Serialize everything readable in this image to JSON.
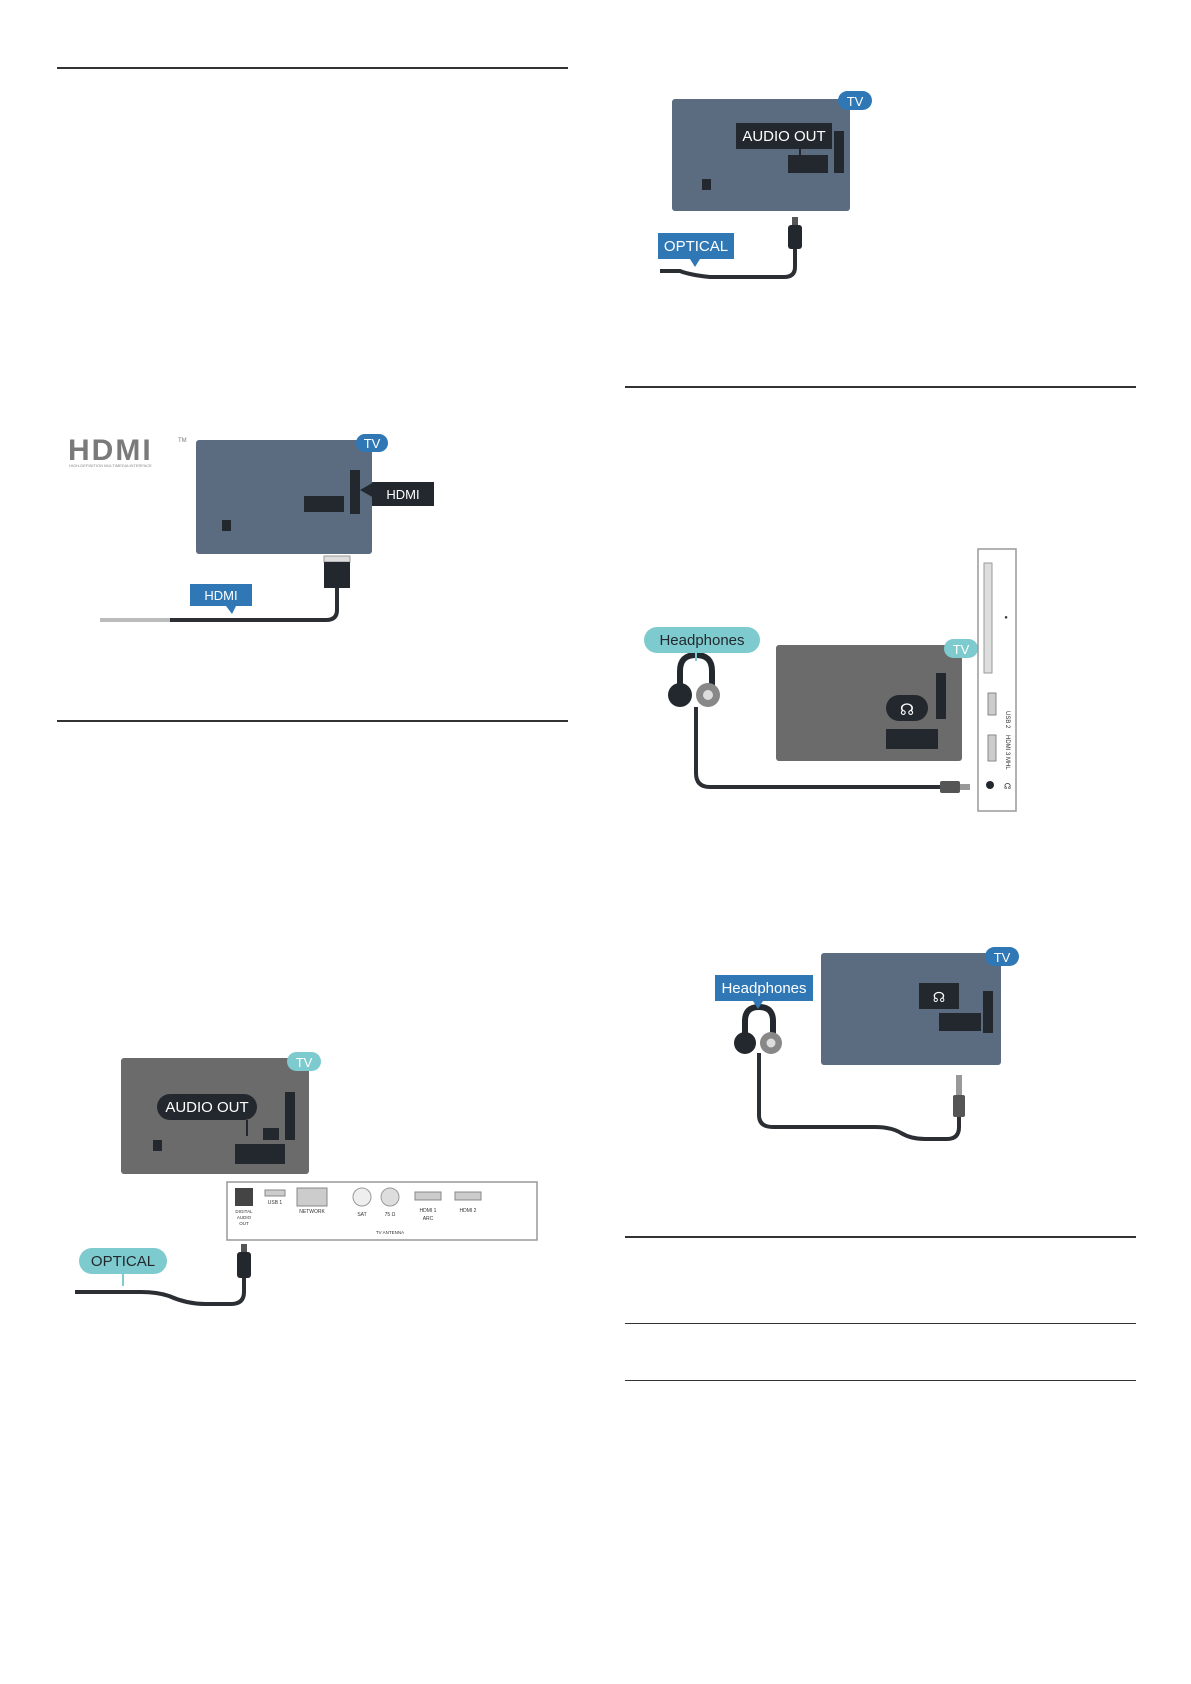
{
  "colors": {
    "tv_body": "#5b6b80",
    "tv_body_grey": "#6b6b6b",
    "dark": "#23282e",
    "callout_blue": "#2f78b5",
    "callout_teal": "#7ecbcf",
    "badge_blue": "#2f78b5",
    "cable": "#2b2f33"
  },
  "figures": {
    "hdmi": {
      "logo_text": "HDMI",
      "logo_tm": "TM",
      "logo_tagline": "HIGH-DEFINITION MULTIMEDIA INTERFACE",
      "badge": "TV",
      "port_label": "HDMI",
      "cable_label": "HDMI"
    },
    "optical_panel": {
      "badge": "TV",
      "port_label": "AUDIO OUT",
      "cable_label": "OPTICAL",
      "panel": {
        "digital_audio_out": [
          "DIGITAL",
          "AUDIO",
          "OUT"
        ],
        "usb": "USB 1",
        "network": "NETWORK",
        "sat": "SAT",
        "antenna_ohm": "75 Ω",
        "antenna": "TV ANTENNA",
        "hdmi1": [
          "HDMI 1",
          "ARC"
        ],
        "hdmi2": "HDMI 2"
      }
    },
    "optical_simple": {
      "badge": "TV",
      "port_label": "AUDIO OUT",
      "cable_label": "OPTICAL"
    },
    "headphones_side": {
      "badge": "TV",
      "cable_label": "Headphones",
      "side_usb": "USB 2",
      "side_hdmi": "HDMI 3 MHL"
    },
    "headphones_simple": {
      "badge": "TV",
      "cable_label": "Headphones"
    }
  }
}
